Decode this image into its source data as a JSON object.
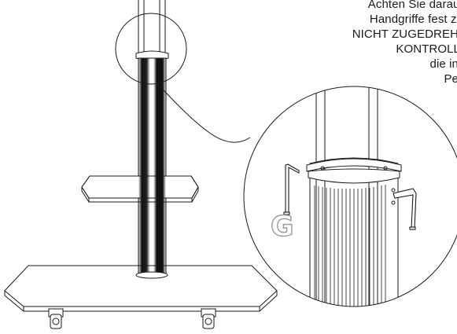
{
  "instruction": {
    "lines": [
      "Achten Sie darauf,",
      "Handgriffe fest zu",
      "NICHT ZUGEDREH",
      "KONTROLL",
      "die in",
      "Pe"
    ]
  },
  "detail_label": "G",
  "colors": {
    "line": "#1a1a1a",
    "pole_dark": "#111111",
    "pole_light": "#f2f2f2",
    "label_outline": "#9a9a9a"
  },
  "icons": [
    "hex-key-icon",
    "hex-key-icon"
  ]
}
